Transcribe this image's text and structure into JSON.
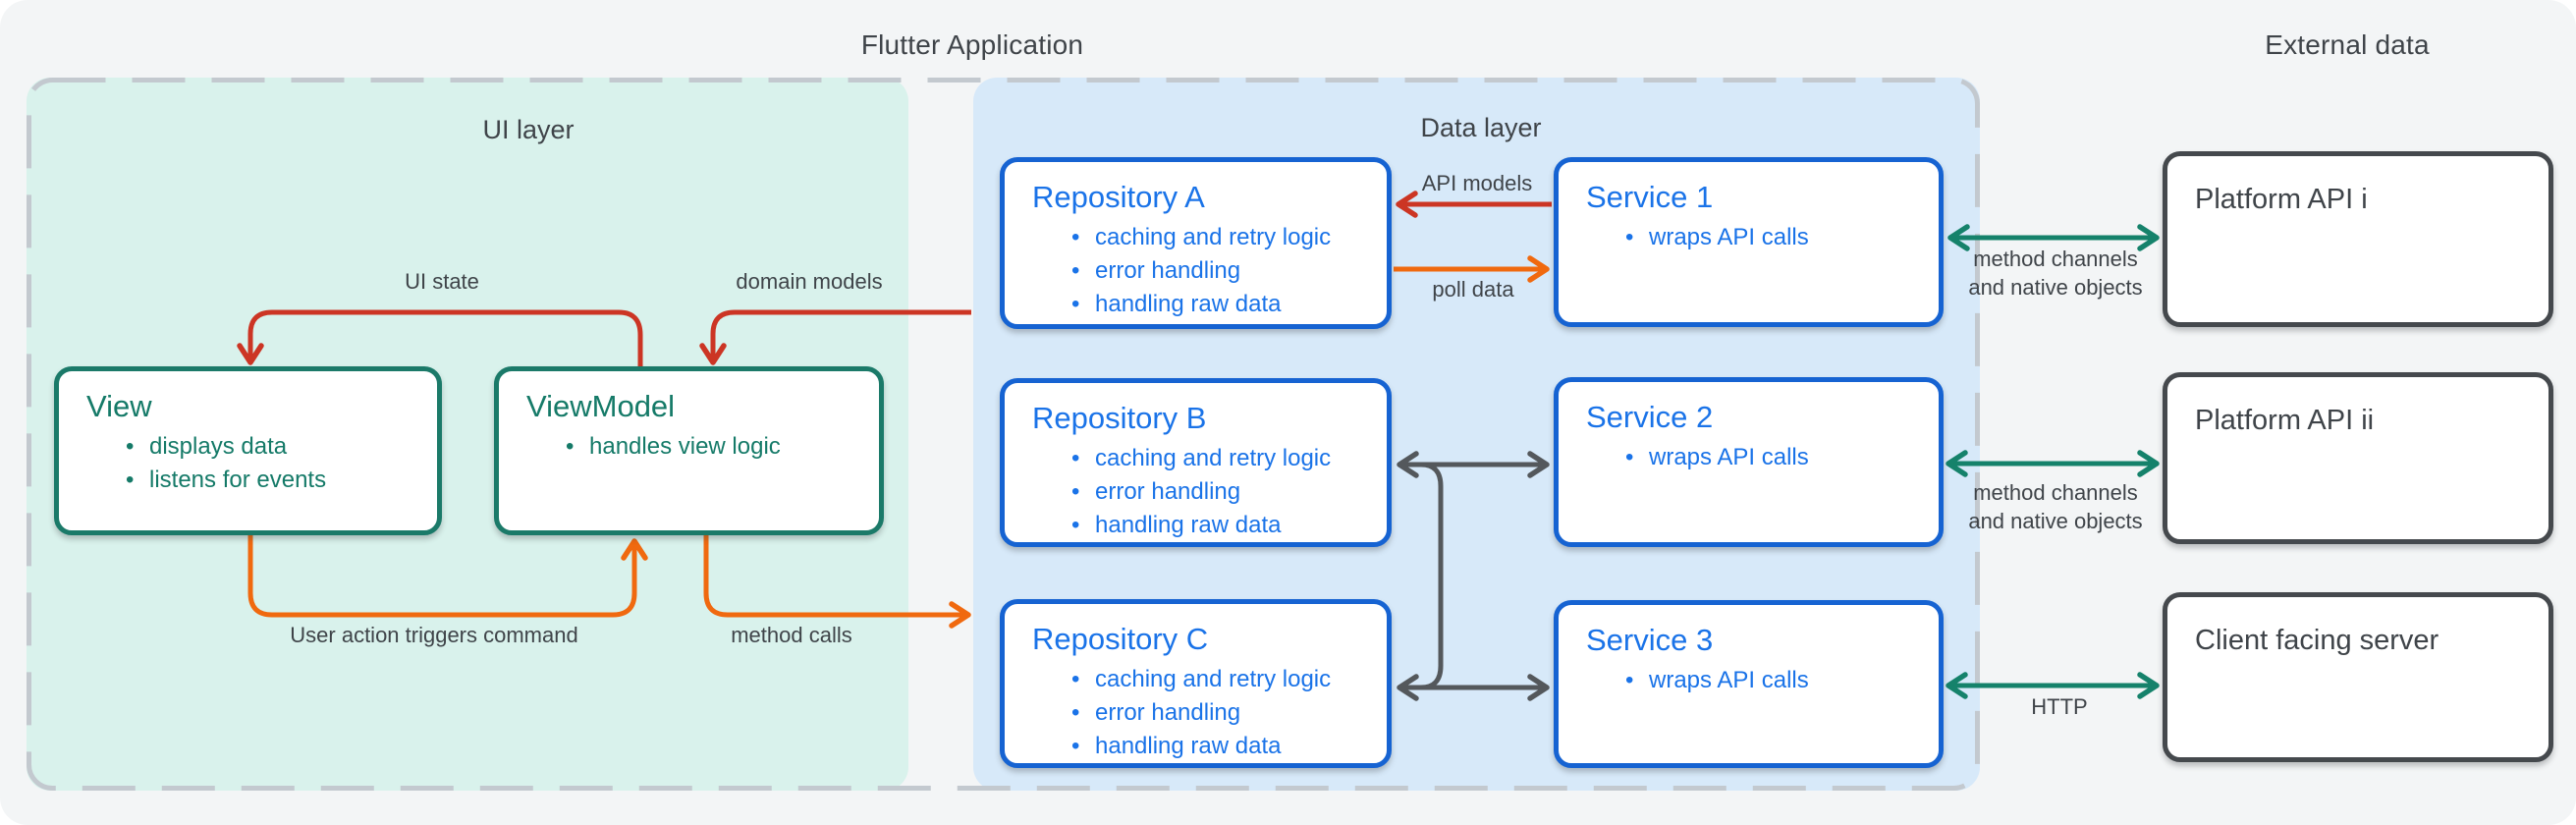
{
  "titles": {
    "app": "Flutter Application",
    "external": "External data"
  },
  "layers": {
    "ui": {
      "label": "UI layer",
      "bg": "#d9f2ec"
    },
    "data": {
      "label": "Data layer",
      "bg": "#d7e9f9"
    }
  },
  "boxes": {
    "view": {
      "title": "View",
      "bullets": [
        "displays data",
        "listens for events"
      ]
    },
    "viewmodel": {
      "title": "ViewModel",
      "bullets": [
        "handles view logic"
      ]
    },
    "repo_a": {
      "title": "Repository A",
      "bullets": [
        "caching and retry logic",
        "error handling",
        "handling raw data"
      ]
    },
    "repo_b": {
      "title": "Repository B",
      "bullets": [
        "caching and retry logic",
        "error handling",
        "handling raw data"
      ]
    },
    "repo_c": {
      "title": "Repository C",
      "bullets": [
        "caching and retry logic",
        "error handling",
        "handling raw data"
      ]
    },
    "service_1": {
      "title": "Service 1",
      "bullets": [
        "wraps API calls"
      ]
    },
    "service_2": {
      "title": "Service 2",
      "bullets": [
        "wraps API calls"
      ]
    },
    "service_3": {
      "title": "Service 3",
      "bullets": [
        "wraps API calls"
      ]
    },
    "platform_api_i": {
      "title": "Platform API i"
    },
    "platform_api_ii": {
      "title": "Platform API ii"
    },
    "client_server": {
      "title": "Client facing server"
    }
  },
  "arrow_labels": {
    "ui_state": "UI state",
    "domain_models": "domain models",
    "user_action": "User action triggers command",
    "method_calls": "method calls",
    "api_models": "API models",
    "poll_data": "poll data",
    "channels_row1_line1": "method channels",
    "channels_row1_line2": "and native objects",
    "channels_row2_line1": "method channels",
    "channels_row2_line2": "and native objects",
    "http": "HTTP"
  },
  "colors": {
    "page_bg": "#f3f5f6",
    "ui_layer_bg": "#d9f2ec",
    "data_layer_bg": "#d7e9f9",
    "dashed_border": "#c3c9cf",
    "teal_box_border": "#1b7a69",
    "teal_text": "#157a68",
    "blue_box_border": "#1663d2",
    "blue_text": "#1a73e8",
    "dark_box_border": "#45494d",
    "label_text": "#3f4449",
    "arrow_red": "#cc3524",
    "arrow_orange": "#f0690f",
    "arrow_gray": "#54585c",
    "arrow_teal": "#15826b"
  }
}
